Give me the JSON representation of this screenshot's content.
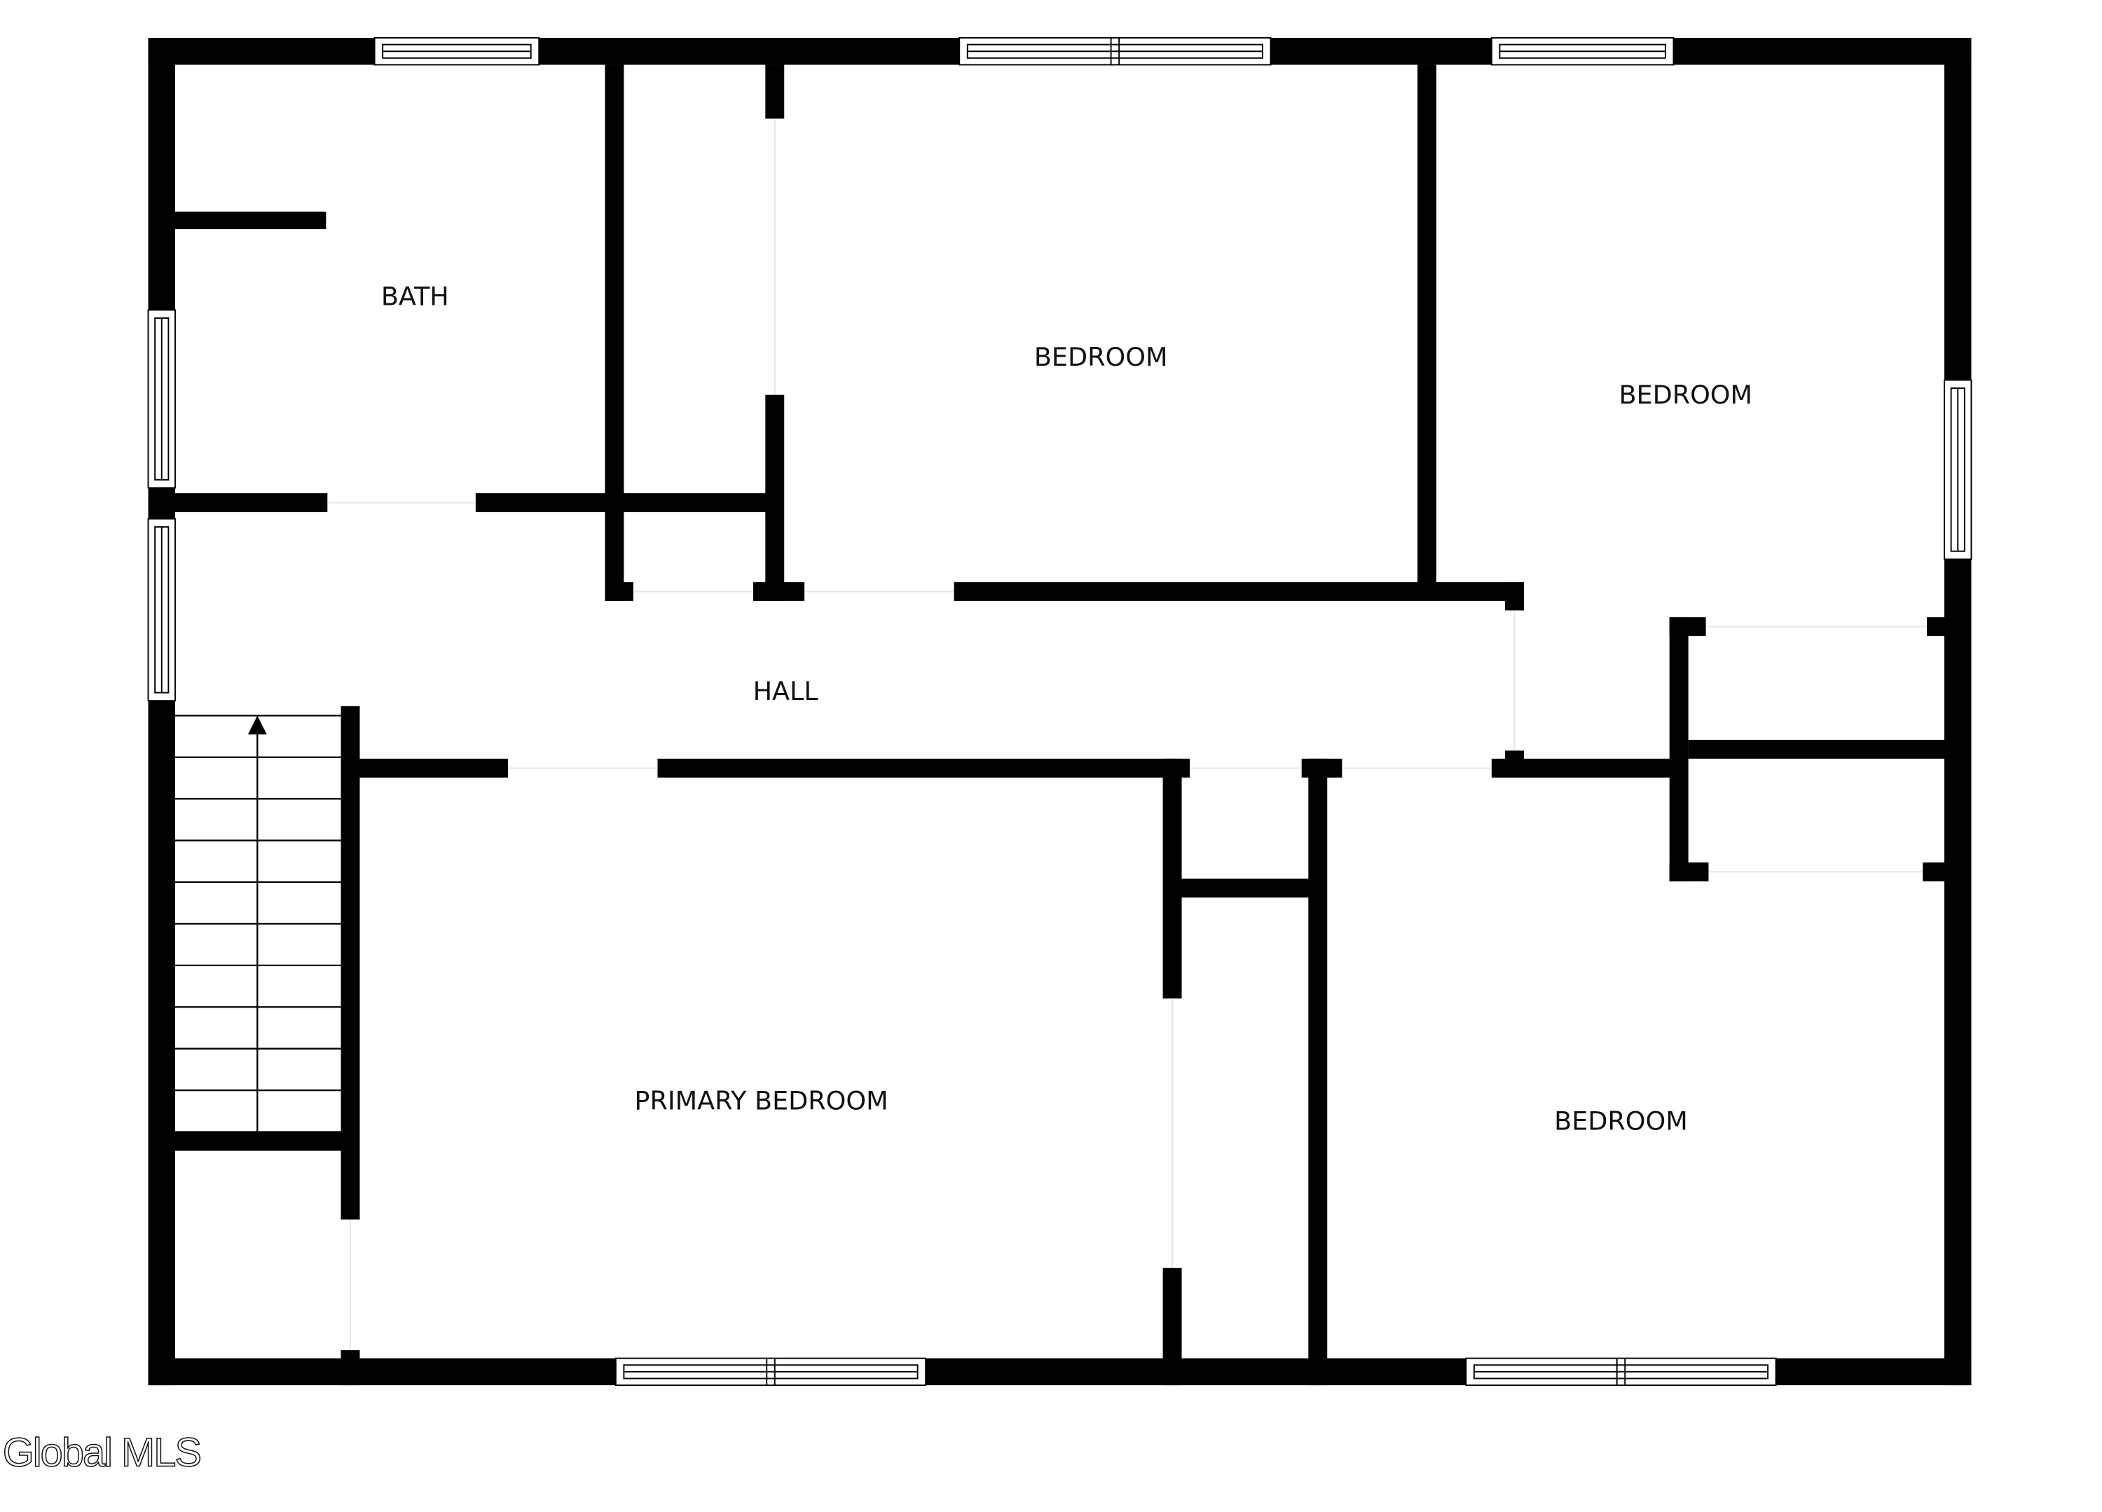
{
  "rooms": {
    "bath": "BATH",
    "bedroom_top": "BEDROOM",
    "bedroom_right": "BEDROOM",
    "hall": "HALL",
    "primary_bedroom": "PRIMARY BEDROOM",
    "bedroom_bottom": "BEDROOM"
  },
  "watermark": "Global MLS",
  "colors": {
    "wall": "#000000",
    "background": "#ffffff"
  }
}
